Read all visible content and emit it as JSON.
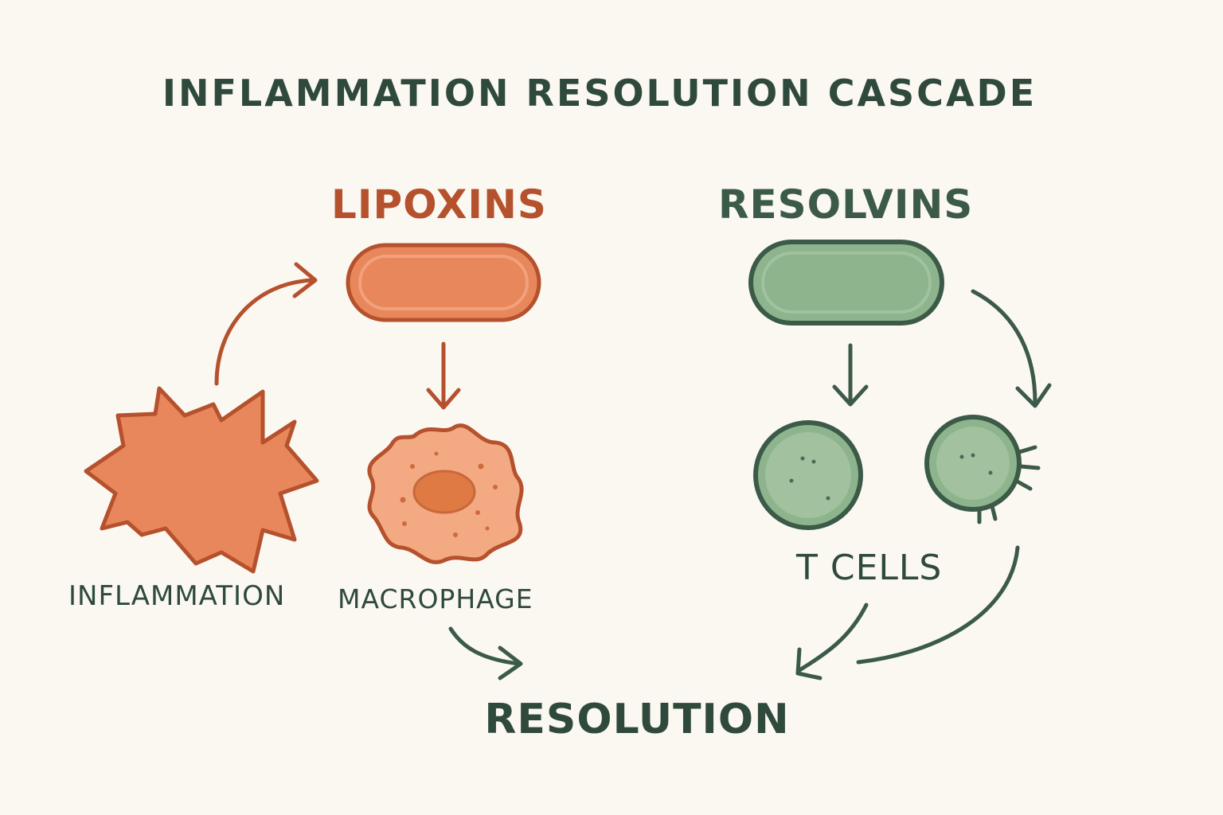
{
  "title": "INFLAMMATION RESOLUTION CASCADE",
  "nodes": {
    "lipoxins": "LIPOXINS",
    "resolvins": "RESOLVINS",
    "inflammation": "INFLAMMATION",
    "macrophage": "MACROPHAGE",
    "t_cells": "T CELLS",
    "resolution": "RESOLUTION"
  },
  "colors": {
    "background": "#fbf8f2",
    "lipoxin_orange": "#b5512d",
    "lipoxin_fill": "#e8875b",
    "macrophage_fill": "#f3a982",
    "resolvin_green": "#3c5a48",
    "resolvin_fill": "#8db48d",
    "text_dark": "#2f4a3c"
  }
}
